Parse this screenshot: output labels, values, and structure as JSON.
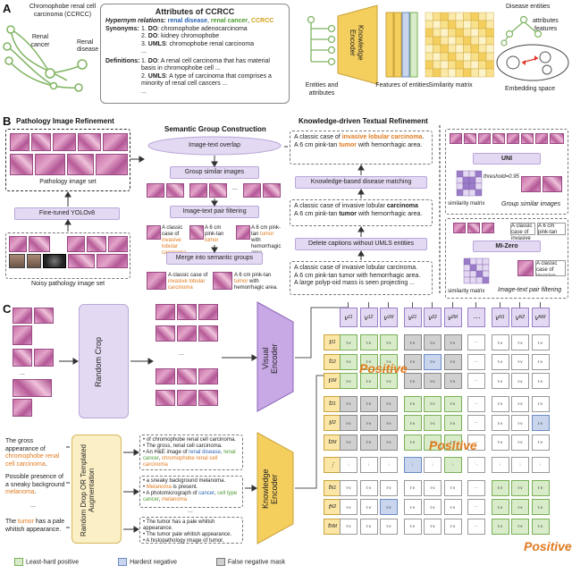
{
  "panelA": {
    "label": "A",
    "tree": {
      "root": "Chromophobe renal cell carcinoma (CCRCC)",
      "mid": "Renal cancer",
      "leaf1": "Renal",
      "leaf2": "disease"
    },
    "card": {
      "title": "Attributes of CCRCC",
      "hypernym_label": "Hypernym relations:",
      "hypernym_1": "renal disease",
      "hypernym_2": "renal cancer",
      "hypernym_3": "CCRCC",
      "synonyms_label": "Synonyms:",
      "syn_1_num": "1.",
      "syn_1_src": "DO",
      "syn_1_text": ": chromophobe adenocarcinoma",
      "syn_2_num": "2.",
      "syn_2_src": "DO",
      "syn_2_text": ": kidney chromophobe",
      "syn_3_num": "3.",
      "syn_3_src": "UMLS",
      "syn_3_text": ": chromophobe renal carcinoma",
      "syn_more": "...",
      "def_label": "Definitions:",
      "def_1_num": "1.",
      "def_1_src": "DO",
      "def_1_text": ": A renal cell carcinoma that has material basis in chromophobe cell ...",
      "def_2_num": "2.",
      "def_2_src": "UMLS",
      "def_2_text": ": A type of carcinoma that comprises a minority of renal cell cancers ...",
      "def_more": "..."
    },
    "encoder": "Knowledge Encoder",
    "entities_caption": "Entities and attributes",
    "features_caption": "Features of entities",
    "similarity_caption": "Similarity matrix",
    "disease_entities": "Disease entities",
    "attributes": "attributes",
    "features": "features",
    "embedding_space": "Embedding space"
  },
  "panelB": {
    "label": "B",
    "refine_title": "Pathology Image Refinement",
    "image_set": "Pathology image set",
    "yolo": "Fine-tuned YOLOv8",
    "noisy_set": "Noisy pathology image set",
    "sgc_title": "Semantic Group Construction",
    "overlap": "Image-text overlap",
    "group_similar": "Group similar images",
    "pair_filter": "Image-text pair filtering",
    "merge": "Merge into semantic groups",
    "kdtr_title": "Knowledge-driven Textual Refinement",
    "kd_top_1": "A classic case of ",
    "kd_top_1_hl": "invasive lobular carcinoma",
    "kd_top_1_end": ".",
    "kd_top_2": "A 6 cm pink-tan ",
    "kd_top_2_hl": "tumor",
    "kd_top_2_end": " with hemorrhagic area.",
    "kd_match": "Knowledge-based disease matching",
    "kd_mid_1": "A classic case of invasive lobular ",
    "kd_mid_1_b": "carcinoma",
    "kd_mid_2": "A 6 cm pink-tan ",
    "kd_mid_2_b": "tumor",
    "kd_mid_2_end": " with hemorrhagic area.",
    "kd_delete": "Delete captions without UMLS entities",
    "kd_bot_1": "A classic case of invasive lobular carcinoma.",
    "kd_bot_2": "A 6 cm pink-tan tumor with hemorrhagic area.",
    "kd_bot_3": "A large polyp-oid mass is seen projecting ...",
    "uni": "UNI",
    "threshold": "threshold=0.95",
    "sim_matrix_1": "similarity matrix",
    "group_similar_images": "Group similar images",
    "mizero": "MI-Zero",
    "sim_matrix_2": "similarity matrix",
    "pair_filtering": "Image-text pair filtering",
    "merge_t1": "A classic case of ",
    "merge_t1_hl": "invasive lobular carcinoma",
    "merge_t2": "A 6 cm pink-tan ",
    "merge_t2_hl": "tumor",
    "merge_t2_end": " with hemorrhagic area.",
    "dots": "..."
  },
  "panelC": {
    "label": "C",
    "random_crop": "Random Crop",
    "visual_encoder": "Visual Encoder",
    "aug": "Random Drop OR Templated Augmentation",
    "knowledge_encoder": "Knowledge Encoder",
    "in_1a": "The gross appearance of ",
    "in_1b": "chromophobe renal cell carcinoma",
    "in_1c": ".",
    "in_2a": "Possible presence of a sneaky background ",
    "in_2b": "melanoma",
    "in_2c": ".",
    "in_3a": "The ",
    "in_3b": "tumor",
    "in_3c": " has a pale whitish appearance.",
    "g1_1": "• of chromophobe renal cell carcinoma.",
    "g1_2": "• The gross, renal cell carcinoma.",
    "g1_3a": "• An H&E image of ",
    "g1_3b": "renal disease",
    "g1_3c": ", ",
    "g1_3d": "renal cancer",
    "g1_3e": ", ",
    "g1_3f": "chromophobe renal cell carcinoma",
    "g2_1": "• a sneaky background melanoma.",
    "g2_2a": "• ",
    "g2_2b": "Melanoma",
    "g2_2c": " is present.",
    "g2_3a": "• A photomicrograph of ",
    "g2_3b": "cancer",
    "g2_3c": ", ",
    "g2_3d": "cell type cancer",
    "g2_3e": ", ",
    "g2_3f": "melanoma",
    "g3_1": "• The tumor has a pale whitish appearance.",
    "g3_2": "• The tumor pale whitish appearance.",
    "g3_3": "• A histopathology image of tumor.",
    "v": [
      "v11",
      "v12",
      "v1M",
      "v21",
      "v22",
      "v2M",
      "...",
      "vN1",
      "vN2",
      "vNM"
    ],
    "t": [
      "t11",
      "t12",
      "t1M",
      "t21",
      "t22",
      "t2M",
      "...",
      "tN1",
      "tN2",
      "tNM"
    ],
    "positive": "Positive",
    "legend_1": "Least-hard positive",
    "legend_2": "Hardest negative",
    "legend_3": "False negative mask",
    "colors": {
      "positive": "#d9ecc9",
      "negative": "#c9d5ec",
      "mask": "#d0d0d0",
      "encoder_visual": "#c9a8e6",
      "encoder_knowledge": "#f5cf5e"
    }
  }
}
